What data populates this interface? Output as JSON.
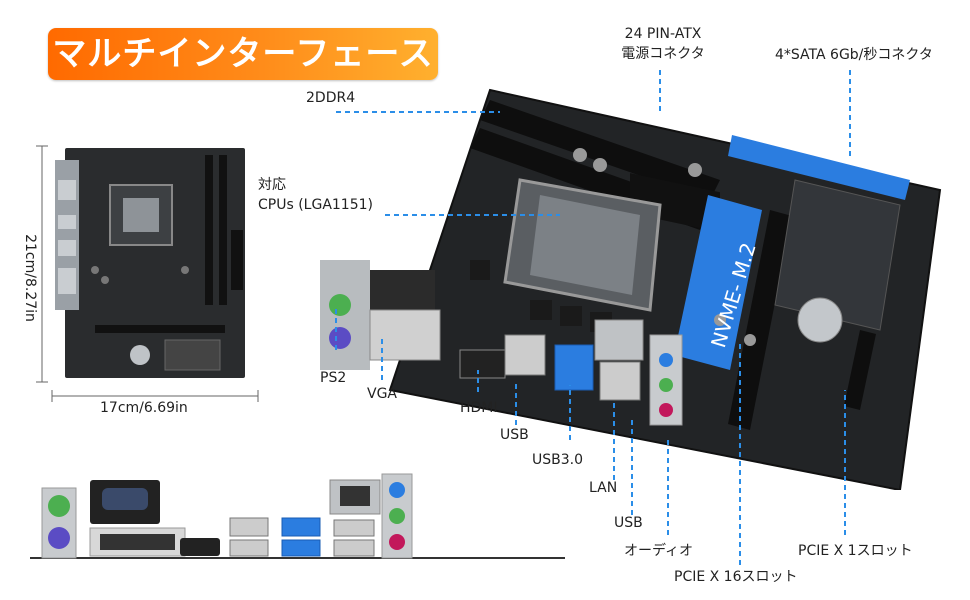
{
  "banner": {
    "text": "マルチインターフェース",
    "gradient_start": "#ff6a00",
    "gradient_end": "#ffb02e"
  },
  "dimensions": {
    "width": "17cm/6.69in",
    "height": "21cm/8.27in"
  },
  "callouts": {
    "atx_line1": "24 PIN-ATX",
    "atx_line2": "電源コネクタ",
    "sata": "4*SATA 6Gb/秒コネクタ",
    "ddr": "2DDR4",
    "cpu_line1": "対応",
    "cpu_line2": "CPUs (LGA1151)",
    "ps2": "PS2",
    "vga": "VGA",
    "hdmi": "HDMI",
    "usb_front": "USB",
    "usb3": "USB3.0",
    "lan": "LAN",
    "usb_rear": "USB",
    "audio": "オーディオ",
    "pcie16": "PCIE X 16スロット",
    "pcie1": "PCIE X 1スロット"
  },
  "board_text": {
    "m2_label": "NVME- M.2"
  },
  "colors": {
    "pcb": "#222426",
    "accent_blue": "#2b7de0",
    "leader_line": "#2b8ee8",
    "ps2_green": "#4caf50",
    "ps2_purple": "#5b4cc4"
  }
}
